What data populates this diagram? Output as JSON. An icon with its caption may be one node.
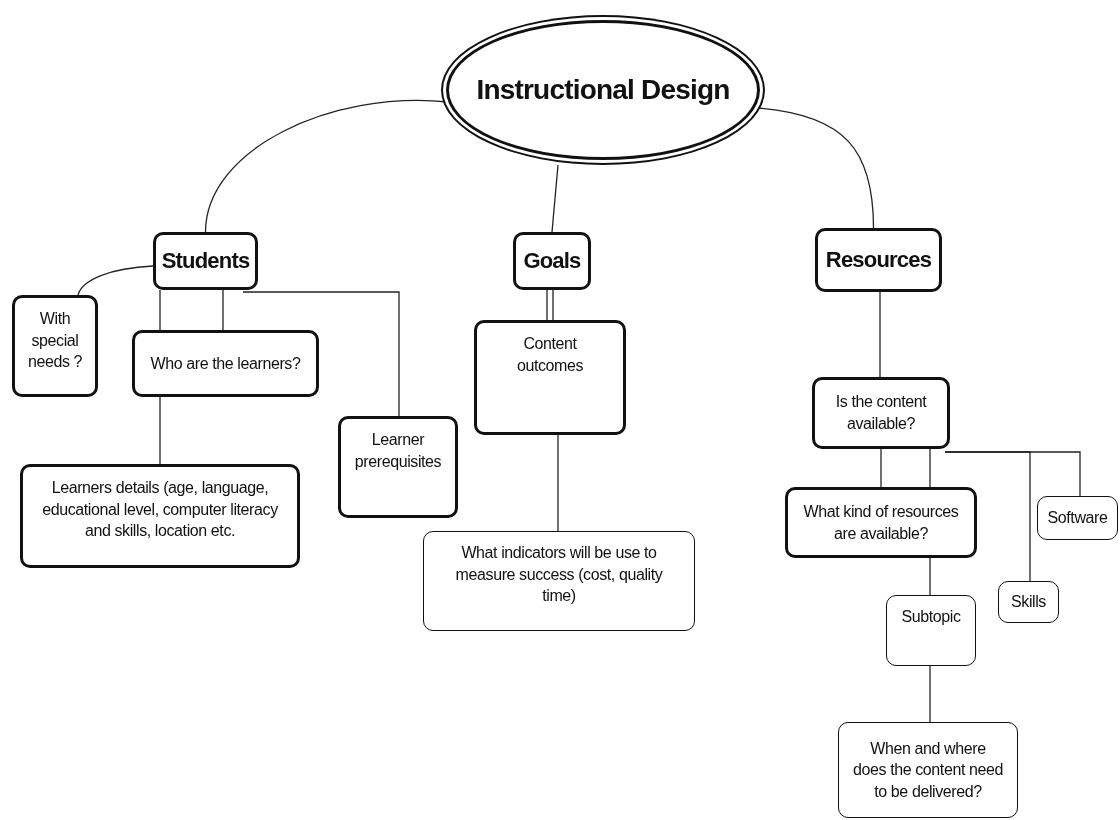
{
  "diagram": {
    "nodes": [
      {
        "text": [
          "Instructional Design"
        ]
      },
      {
        "text": [
          "Students"
        ]
      },
      {
        "text": [
          "Goals"
        ]
      },
      {
        "text": [
          "Resources"
        ]
      },
      {
        "text": [
          "With special needs ?"
        ]
      },
      {
        "text": [
          "Who are the learners?"
        ]
      },
      {
        "text": [
          "Learners details (age, language, educational level, computer literacy and skills, location etc."
        ]
      },
      {
        "text": [
          "Learner prerequisites"
        ]
      },
      {
        "text": [
          "Content outcomes"
        ]
      },
      {
        "text": [
          "What indicators will be use to measure success (cost, quality time)"
        ]
      },
      {
        "text": [
          "Is the content available?"
        ]
      },
      {
        "text": [
          "What kind of resources are available?"
        ]
      },
      {
        "text": [
          "Software"
        ]
      },
      {
        "text": [
          "Skills"
        ]
      },
      {
        "text": [
          "Subtopic"
        ]
      },
      {
        "text": [
          "When and where does the content need to be delivered?"
        ]
      }
    ],
    "edges": [
      {
        "from": 0,
        "to": 1,
        "arrow": "none"
      },
      {
        "from": 0,
        "to": 2,
        "arrow": "none"
      },
      {
        "from": 0,
        "to": 3,
        "arrow": "none"
      },
      {
        "from": 1,
        "to": 4,
        "arrow": "none"
      },
      {
        "from": 1,
        "to": 5,
        "arrow": "none"
      },
      {
        "from": 1,
        "to": 5,
        "arrow": "none"
      },
      {
        "from": 1,
        "to": 7,
        "arrow": "none"
      },
      {
        "from": 2,
        "to": 8,
        "arrow": "none"
      },
      {
        "from": 8,
        "to": 9,
        "arrow": "none"
      },
      {
        "from": 3,
        "to": 10,
        "arrow": "none"
      },
      {
        "from": 10,
        "to": 11,
        "arrow": "none"
      },
      {
        "from": 10,
        "to": 11,
        "arrow": "none"
      },
      {
        "from": 10,
        "to": 13,
        "arrow": "none"
      },
      {
        "from": 10,
        "to": 12,
        "arrow": "none"
      },
      {
        "from": 14,
        "to": 15,
        "arrow": "none"
      },
      {
        "from": 5,
        "to": 6,
        "arrow": "none"
      },
      {
        "from": 11,
        "to": 14,
        "arrow": "none"
      }
    ]
  }
}
